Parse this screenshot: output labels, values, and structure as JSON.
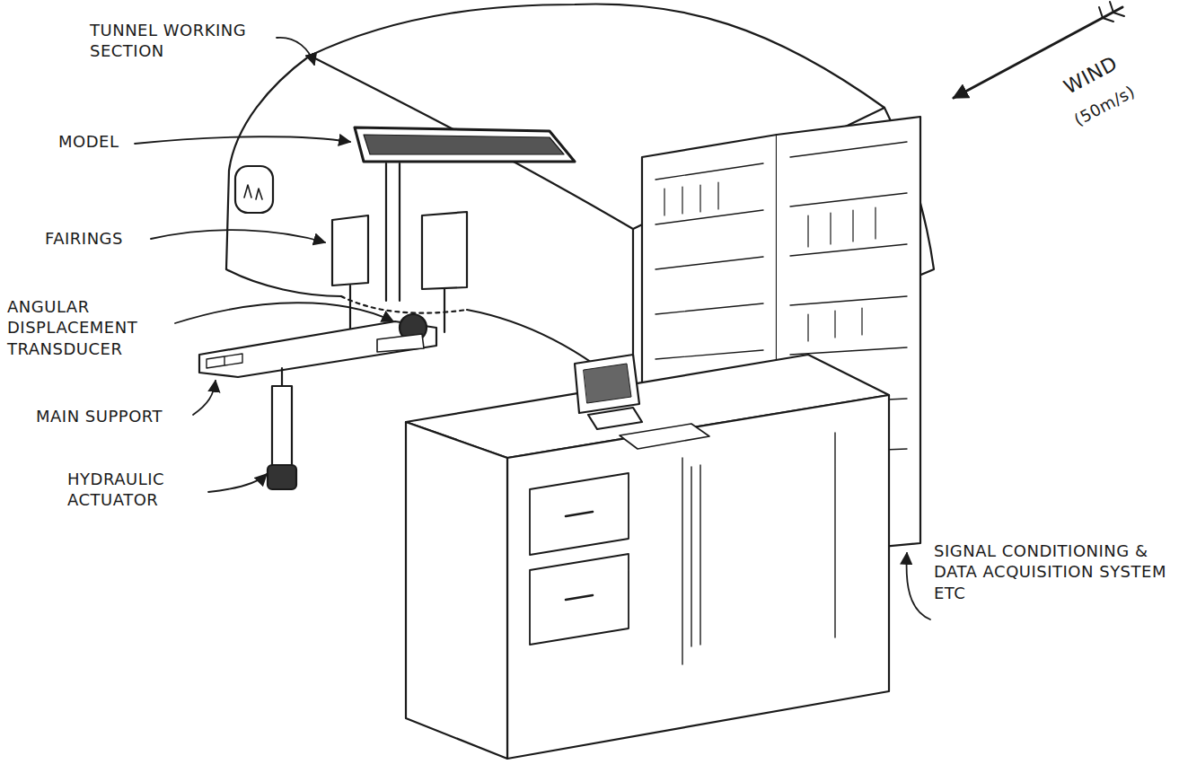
{
  "diagram": {
    "labels": [
      "TUNNEL WORKING SECTION",
      "MODEL",
      "FAIRINGS",
      "ANGULAR DISPLACEMENT TRANSDUCER",
      "MAIN SUPPORT",
      "HYDRAULIC ACTUATOR",
      "SIGNAL CONDITIONING & DATA ACQUISITION SYSTEM ETC",
      "WIND",
      "(50m/s)"
    ]
  }
}
